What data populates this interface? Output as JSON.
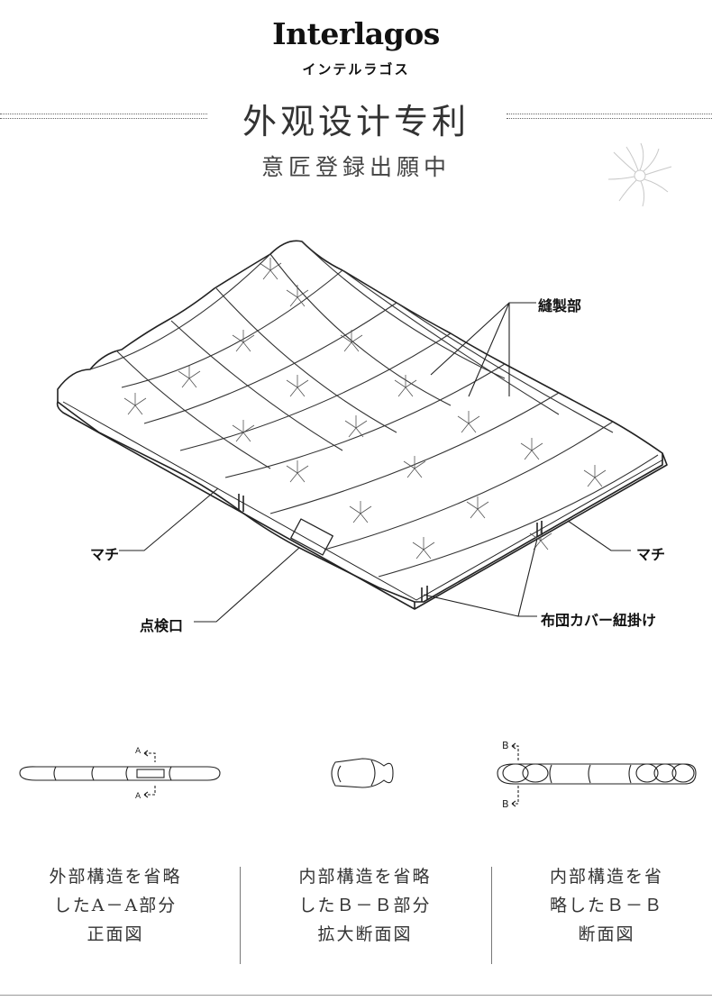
{
  "brand": {
    "name": "Interlagos",
    "kana": "インテルラゴス"
  },
  "title": "外观设计专利",
  "subtitle": "意匠登録出願中",
  "callouts": {
    "sewing": "縫製部",
    "gusset_left": "マチ",
    "gusset_right": "マチ",
    "inspection": "点検口",
    "cover_ties": "布団カバー紐掛け"
  },
  "section_markers": {
    "a": "A",
    "b": "B"
  },
  "captions": {
    "left": [
      "外部構造を省略",
      "したA－A部分",
      "正面図"
    ],
    "middle": [
      "内部構造を省略",
      "したＢ－Ｂ部分",
      "拡大断面図"
    ],
    "right": [
      "内部構造を省",
      "略したＢ－Ｂ",
      "断面図"
    ]
  },
  "icons": {
    "watermark": "sun-flower-icon"
  }
}
